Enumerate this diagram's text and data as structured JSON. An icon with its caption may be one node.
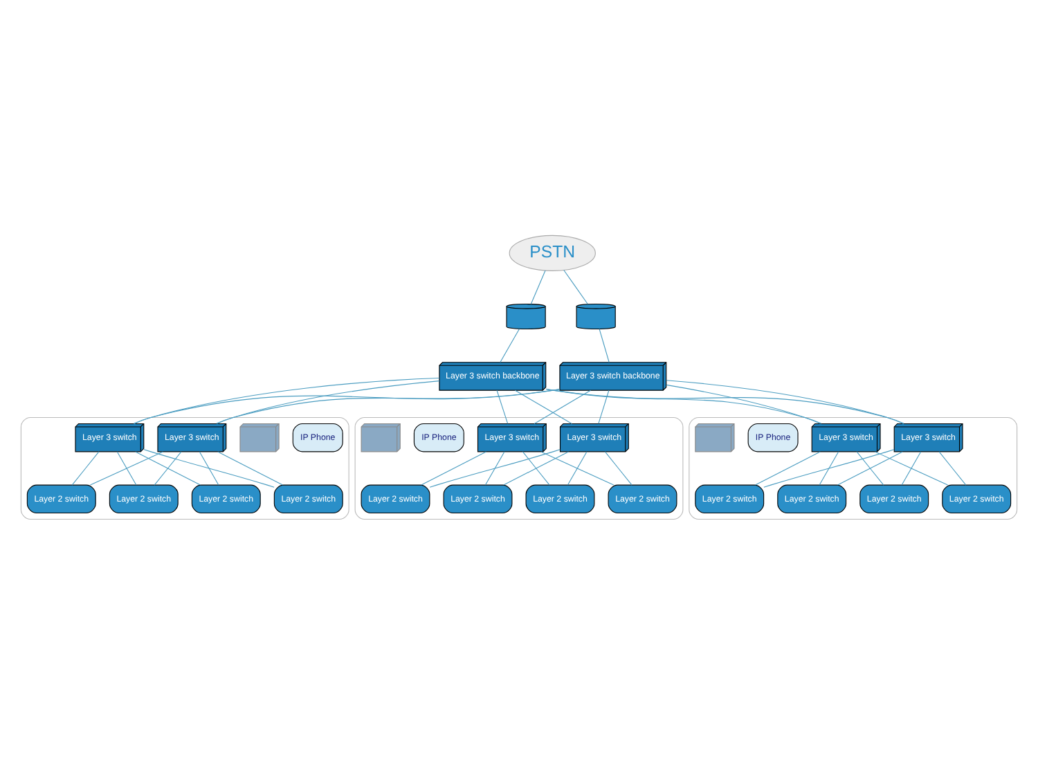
{
  "diagram": {
    "nodes": [
      {
        "text": [
          "PSTN"
        ]
      },
      {
        "text": [],
        "shape": "cylinder"
      },
      {
        "text": [],
        "shape": "cylinder"
      },
      {
        "text": [
          "Layer 3 switch backbone"
        ]
      },
      {
        "text": [
          "Layer 3 switch backbone"
        ]
      },
      {
        "text": [],
        "shape": "box"
      },
      {
        "text": [
          "IP Phone"
        ],
        "in": 5
      },
      {
        "text": [],
        "shape": "picture",
        "in": 5
      },
      {
        "text": [
          "Layer 2 switch"
        ],
        "in": 5
      },
      {
        "text": [
          "Layer 2 switch"
        ],
        "in": 5
      },
      {
        "text": [
          "Layer 2 switch"
        ],
        "in": 5
      },
      {
        "text": [
          "Layer 2 switch"
        ],
        "in": 5
      },
      {
        "text": [
          "Layer 3 switch"
        ],
        "in": 5
      },
      {
        "text": [
          "Layer 3 switch"
        ],
        "in": 5
      },
      {
        "text": [],
        "shape": "box"
      },
      {
        "text": [
          "Layer 3 switch"
        ],
        "in": 14
      },
      {
        "text": [
          "Layer 3 switch"
        ],
        "in": 14
      },
      {
        "text": [
          "Layer 2 switch"
        ],
        "in": 14
      },
      {
        "text": [
          "Layer 2 switch"
        ],
        "in": 14
      },
      {
        "text": [
          "Layer 2 switch"
        ],
        "in": 14
      },
      {
        "text": [
          "Layer 2 switch"
        ],
        "in": 14
      },
      {
        "text": [
          "IP Phone"
        ],
        "in": 14
      },
      {
        "text": [],
        "shape": "picture",
        "in": 14
      },
      {
        "text": [],
        "shape": "box"
      },
      {
        "text": [
          "Layer 3 switch"
        ],
        "in": 23
      },
      {
        "text": [
          "Layer 3 switch"
        ],
        "in": 23
      },
      {
        "text": [
          "Layer 2 switch"
        ],
        "in": 23
      },
      {
        "text": [
          "Layer 2 switch"
        ],
        "in": 23
      },
      {
        "text": [
          "Layer 2 switch"
        ],
        "in": 23
      },
      {
        "text": [
          "Layer 2 switch"
        ],
        "in": 23
      },
      {
        "text": [
          "IP Phone"
        ],
        "in": 23
      },
      {
        "text": [],
        "shape": "picture",
        "in": 23
      }
    ],
    "edges": [
      {
        "from": 0,
        "to": 1,
        "arrow": "none"
      },
      {
        "from": 0,
        "to": 2,
        "arrow": "none"
      },
      {
        "from": 1,
        "to": 3,
        "arrow": "none"
      },
      {
        "from": 2,
        "to": 4,
        "arrow": "none"
      },
      {
        "from": 3,
        "to": 12,
        "arrow": "none"
      },
      {
        "from": 3,
        "to": 13,
        "arrow": "none"
      },
      {
        "from": 3,
        "to": 15,
        "arrow": "none"
      },
      {
        "from": 3,
        "to": 16,
        "arrow": "none"
      },
      {
        "from": 3,
        "to": 24,
        "arrow": "none"
      },
      {
        "from": 3,
        "to": 25,
        "arrow": "none"
      },
      {
        "from": 4,
        "to": 12,
        "arrow": "none"
      },
      {
        "from": 4,
        "to": 13,
        "arrow": "none"
      },
      {
        "from": 4,
        "to": 15,
        "arrow": "none"
      },
      {
        "from": 4,
        "to": 16,
        "arrow": "none"
      },
      {
        "from": 4,
        "to": 24,
        "arrow": "none"
      },
      {
        "from": 4,
        "to": 25,
        "arrow": "none"
      },
      {
        "from": 12,
        "to": 8,
        "arrow": "none"
      },
      {
        "from": 12,
        "to": 9,
        "arrow": "none"
      },
      {
        "from": 12,
        "to": 10,
        "arrow": "none"
      },
      {
        "from": 12,
        "to": 11,
        "arrow": "none"
      },
      {
        "from": 13,
        "to": 8,
        "arrow": "none"
      },
      {
        "from": 13,
        "to": 9,
        "arrow": "none"
      },
      {
        "from": 13,
        "to": 10,
        "arrow": "none"
      },
      {
        "from": 13,
        "to": 11,
        "arrow": "none"
      },
      {
        "from": 15,
        "to": 17,
        "arrow": "none"
      },
      {
        "from": 15,
        "to": 18,
        "arrow": "none"
      },
      {
        "from": 15,
        "to": 19,
        "arrow": "none"
      },
      {
        "from": 15,
        "to": 20,
        "arrow": "none"
      },
      {
        "from": 16,
        "to": 17,
        "arrow": "none"
      },
      {
        "from": 16,
        "to": 18,
        "arrow": "none"
      },
      {
        "from": 16,
        "to": 19,
        "arrow": "none"
      },
      {
        "from": 16,
        "to": 20,
        "arrow": "none"
      },
      {
        "from": 24,
        "to": 26,
        "arrow": "none"
      },
      {
        "from": 24,
        "to": 27,
        "arrow": "none"
      },
      {
        "from": 24,
        "to": 28,
        "arrow": "none"
      },
      {
        "from": 24,
        "to": 29,
        "arrow": "none"
      },
      {
        "from": 25,
        "to": 26,
        "arrow": "none"
      },
      {
        "from": 25,
        "to": 27,
        "arrow": "none"
      },
      {
        "from": 25,
        "to": 28,
        "arrow": "none"
      },
      {
        "from": 25,
        "to": 29,
        "arrow": "none"
      }
    ]
  }
}
